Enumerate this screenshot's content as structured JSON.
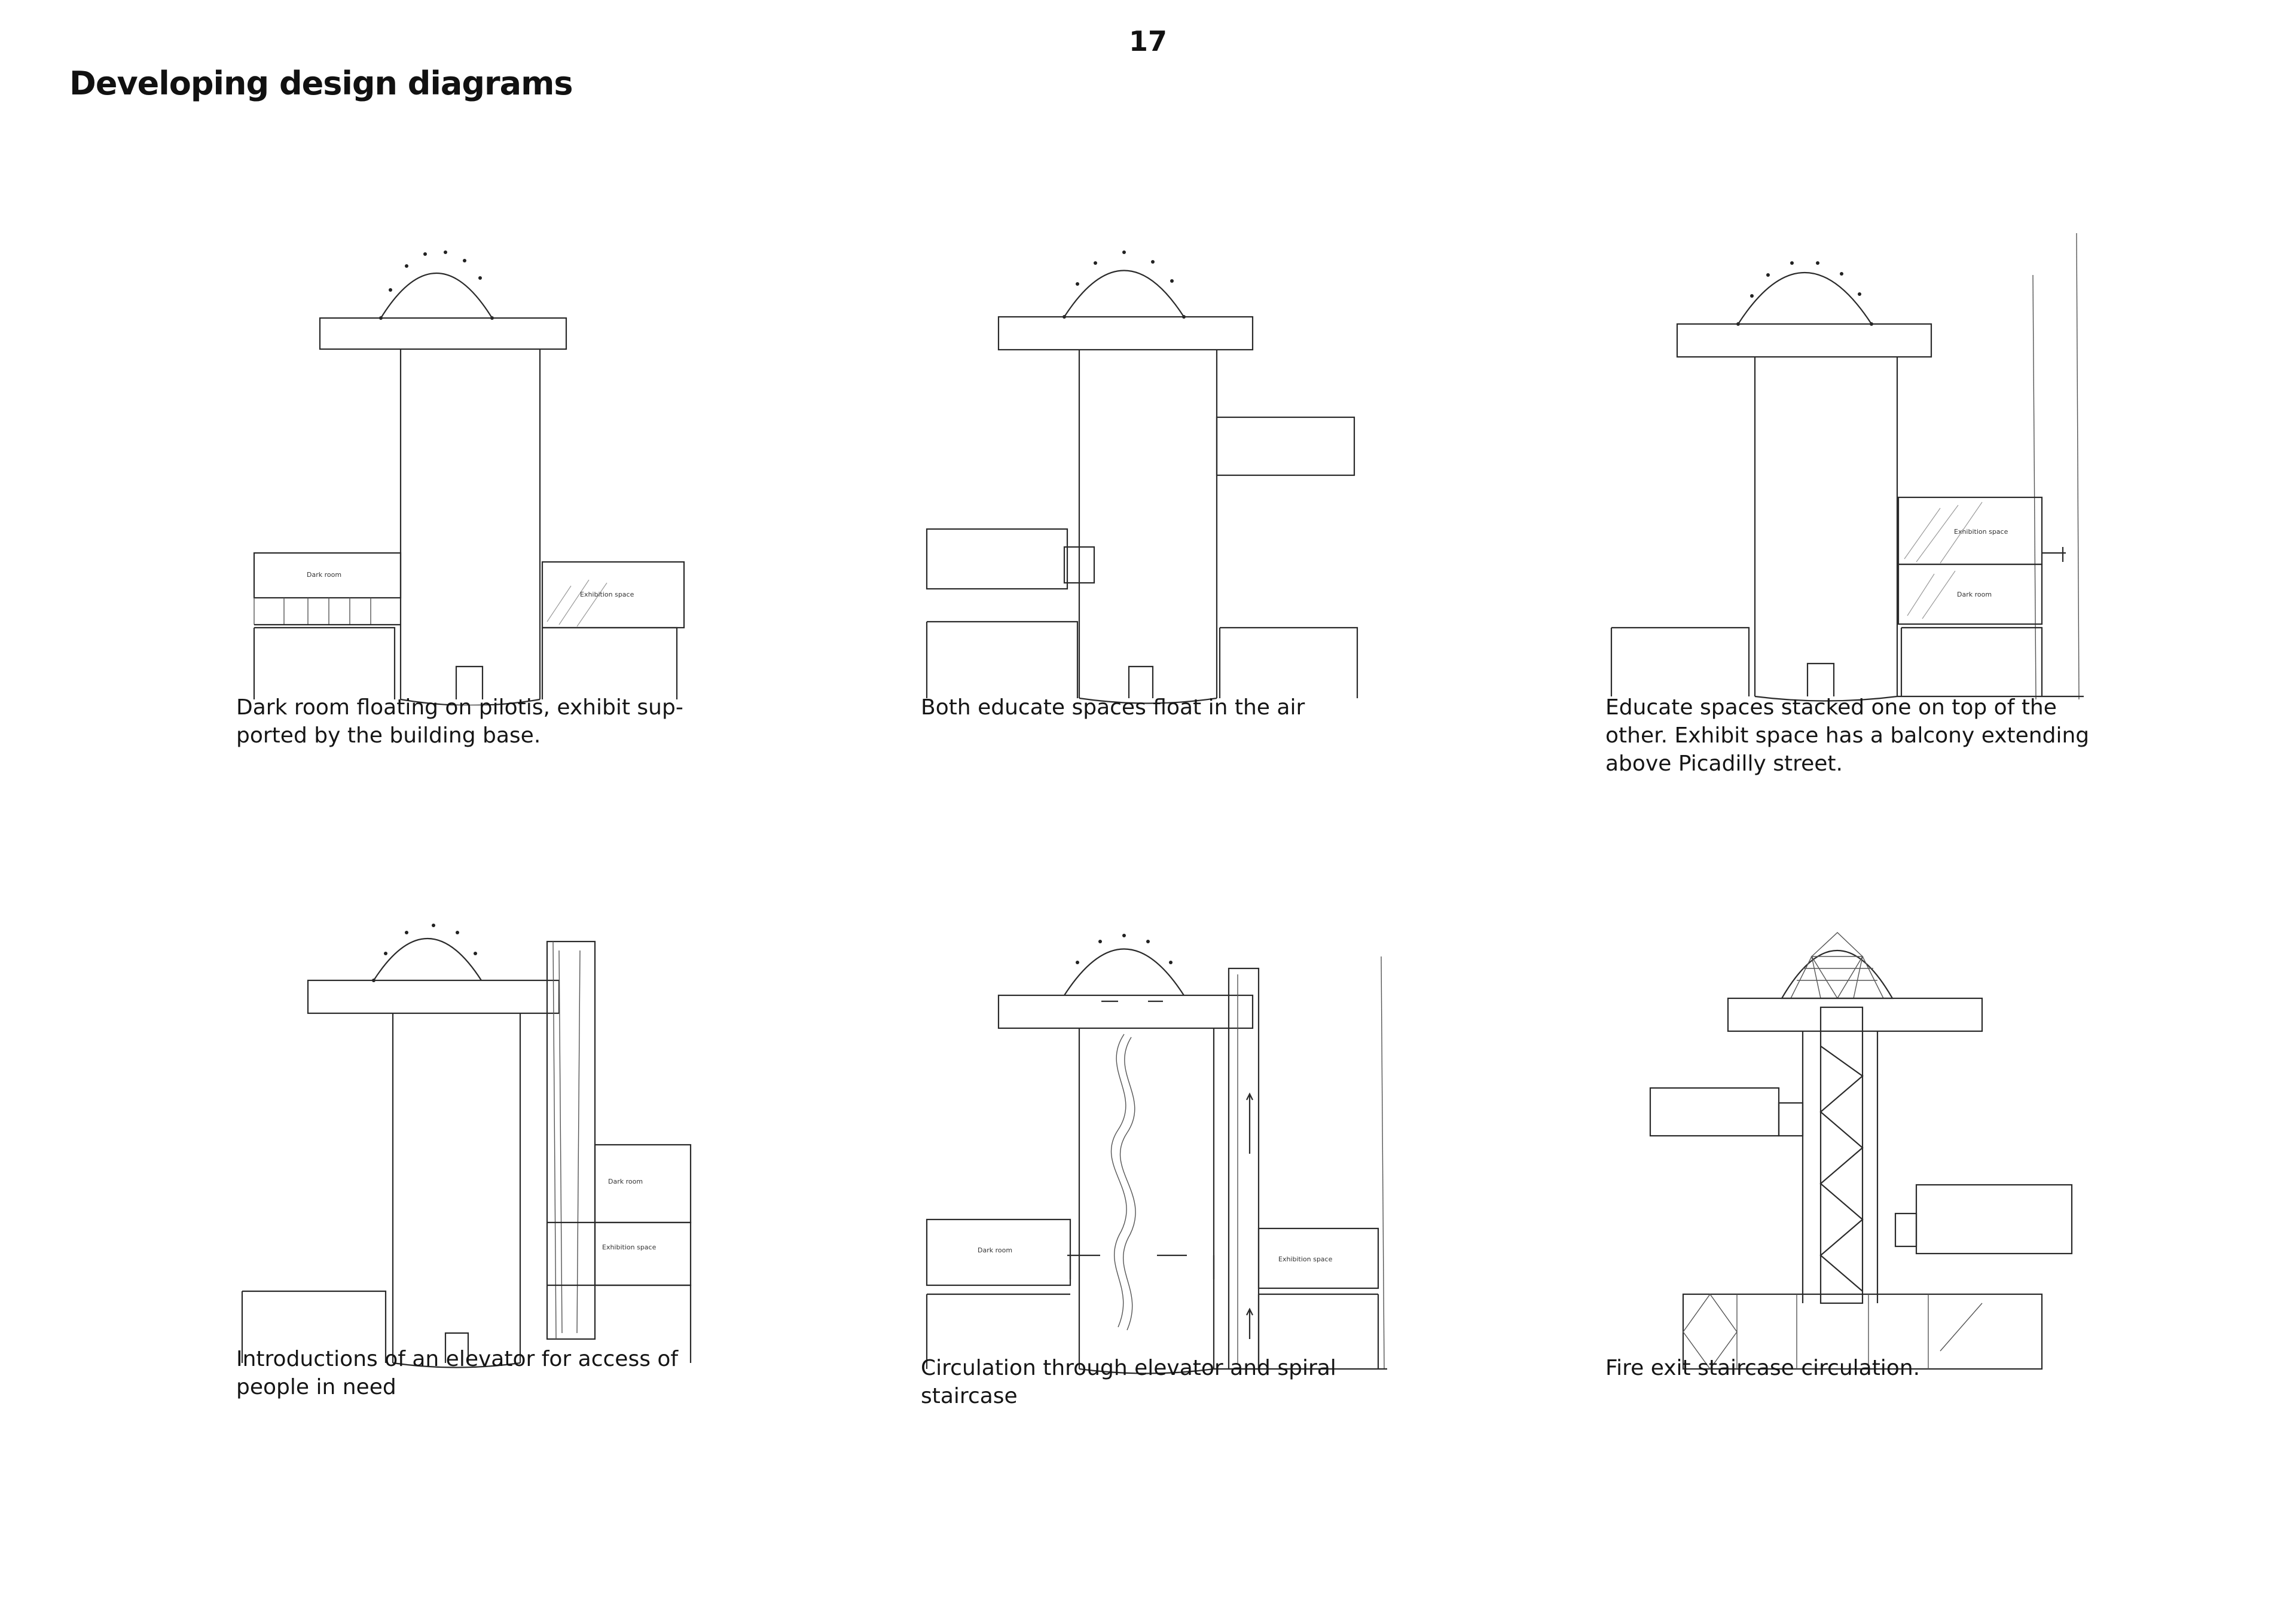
{
  "page": {
    "number": "17",
    "title": "Developing design diagrams"
  },
  "diagrams": [
    {
      "caption_lines": [
        "Dark room floating on pilotis, exhibit sup-",
        "ported by the building base."
      ],
      "labels": {
        "dark_room": "Dark room",
        "exhibition": "Exhibition space"
      }
    },
    {
      "caption_lines": [
        "Both educate spaces float in the air"
      ],
      "labels": {}
    },
    {
      "caption_lines": [
        "Educate spaces stacked one on top of the",
        "other. Exhibit space has a balcony extending",
        "above Picadilly street."
      ],
      "labels": {
        "exhibition": "Exhibition space",
        "dark_room": "Dark room"
      }
    },
    {
      "caption_lines": [
        "Introductions of an elevator for access of",
        "people in need"
      ],
      "labels": {
        "dark_room": "Dark room",
        "exhibition": "Exhibition space"
      }
    },
    {
      "caption_lines": [
        "Circulation through elevator and spiral",
        "staircase"
      ],
      "labels": {
        "dark_room": "Dark room",
        "exhibition": "Exhibition space"
      }
    },
    {
      "caption_lines": [
        "Fire exit staircase circulation."
      ],
      "labels": {}
    }
  ]
}
